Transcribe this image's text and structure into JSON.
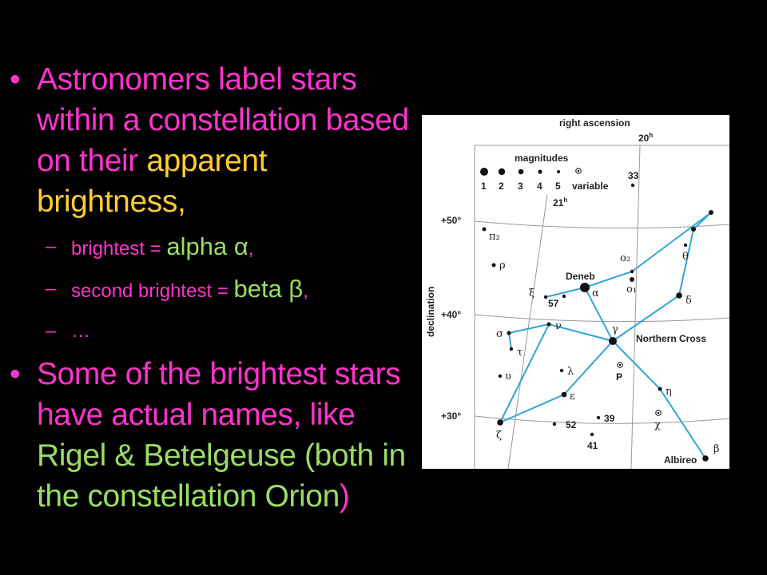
{
  "bullet1": {
    "dot": "•",
    "text_a": "Astronomers label stars within a constellation based on their ",
    "text_b": "apparent brightness",
    "text_c": ","
  },
  "sub": [
    {
      "dash": "–",
      "label": "brightest = ",
      "name": "alpha ",
      "symbol": "α",
      "end": ","
    },
    {
      "dash": "–",
      "label": "second brightest = ",
      "name": "beta ",
      "symbol": "β",
      "end": ","
    },
    {
      "dash": "–",
      "label": "…"
    }
  ],
  "bullet2": {
    "dot": "•",
    "text_a": "Some of the brightest stars have actual names, like ",
    "text_b": "Rigel & Betelgeuse",
    "text_c": " (both in the constellation ",
    "text_d": "Orion",
    "text_e": ")"
  },
  "chart": {
    "axis_top": "right ascension",
    "ra_20": "20",
    "ra_21": "21",
    "ra_unit": "h",
    "axis_left": "declination",
    "dec_50": "+50°",
    "dec_40": "+40°",
    "dec_30": "+30°",
    "legend_title": "magnitudes",
    "legend": [
      "1",
      "2",
      "3",
      "4",
      "5",
      "variable"
    ],
    "labels": {
      "deneb": "Deneb",
      "northern_cross": "Northern Cross",
      "albireo": "Albireo",
      "p": "P",
      "n33": "33",
      "n57": "57",
      "n52": "52",
      "n39": "39",
      "n41": "41"
    },
    "greek": {
      "pi2": "π₂",
      "rho": "ρ",
      "xi": "ξ",
      "alpha": "α",
      "o2": "o₂",
      "o1": "o₁",
      "theta": "θ",
      "delta": "δ",
      "gamma": "γ",
      "nu": "ν",
      "sigma": "σ",
      "tau": "τ",
      "upsilon": "υ",
      "lambda": "λ",
      "epsilon": "ε",
      "eta": "η",
      "chi": "χ",
      "zeta": "ζ",
      "beta": "β"
    },
    "line_color": "#2fa6d6"
  },
  "colors": {
    "pink": "#ff33cc",
    "gold": "#ffcc33",
    "green": "#99dd66",
    "background": "#000000"
  }
}
